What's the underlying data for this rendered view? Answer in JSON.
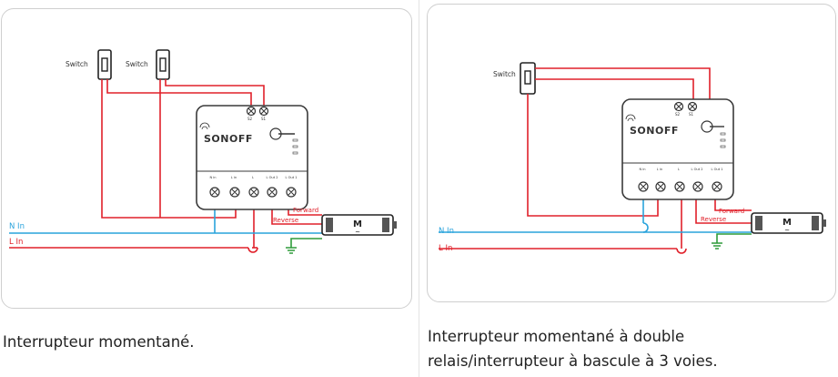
{
  "left": {
    "switch_label": "Switch",
    "device": {
      "brand": "SONOFF",
      "top_terminals": [
        "S2",
        "S1"
      ],
      "bottom_terminals": [
        "N in",
        "L in",
        "L",
        "L Out 2",
        "L Out 1"
      ]
    },
    "n_in_label": "N In",
    "l_in_label": "L In",
    "forward_label": "Forward",
    "reverse_label": "Reverse",
    "motor_label": "M",
    "motor_symbol": "~",
    "caption": "Interrupteur momentané."
  },
  "right": {
    "switch_label": "Switch",
    "device": {
      "brand": "SONOFF",
      "top_terminals": [
        "S2",
        "S1"
      ],
      "bottom_terminals": [
        "N in",
        "L in",
        "L",
        "L Out 2",
        "L Out 1"
      ]
    },
    "n_in_label": "N In",
    "l_in_label": "L In",
    "forward_label": "Forward",
    "reverse_label": "Reverse",
    "motor_label": "M",
    "motor_symbol": "~",
    "caption": "Interrupteur momentané à double relais/interrupteur à bascule à 3 voies."
  },
  "colors": {
    "live": "#e0202a",
    "neutral": "#29a3dc",
    "ground": "#2e9c3a",
    "device_outline": "#3a3a3a",
    "panel_border": "#cfcfcf"
  }
}
